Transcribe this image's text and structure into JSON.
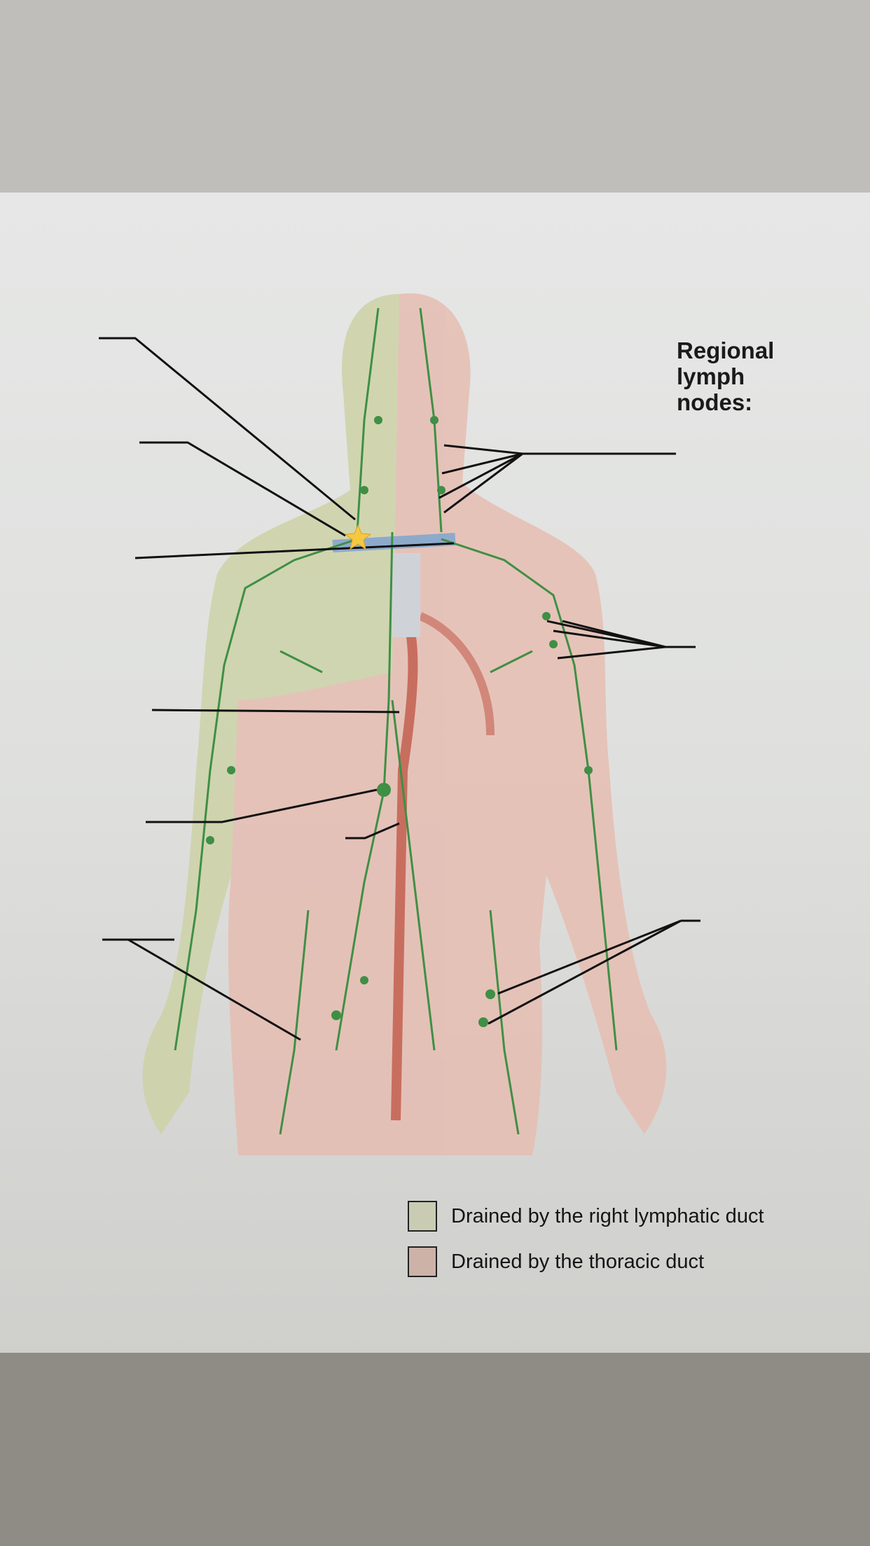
{
  "heading": {
    "line1": "Regional",
    "line2": "lymph",
    "line3": "nodes:"
  },
  "legend": [
    {
      "label": "Drained by the right lymphatic duct",
      "color": "#c9ccb3"
    },
    {
      "label": "Drained by the thoracic duct",
      "color": "#cdb2a8"
    }
  ],
  "colors": {
    "lymph": "#3f8f45",
    "right_region": "#c9d0a4",
    "thoracic_region": "#e3b9ad",
    "vein": "#8eaacb",
    "artery": "#c86e5f"
  },
  "marker_icon": "star-icon"
}
